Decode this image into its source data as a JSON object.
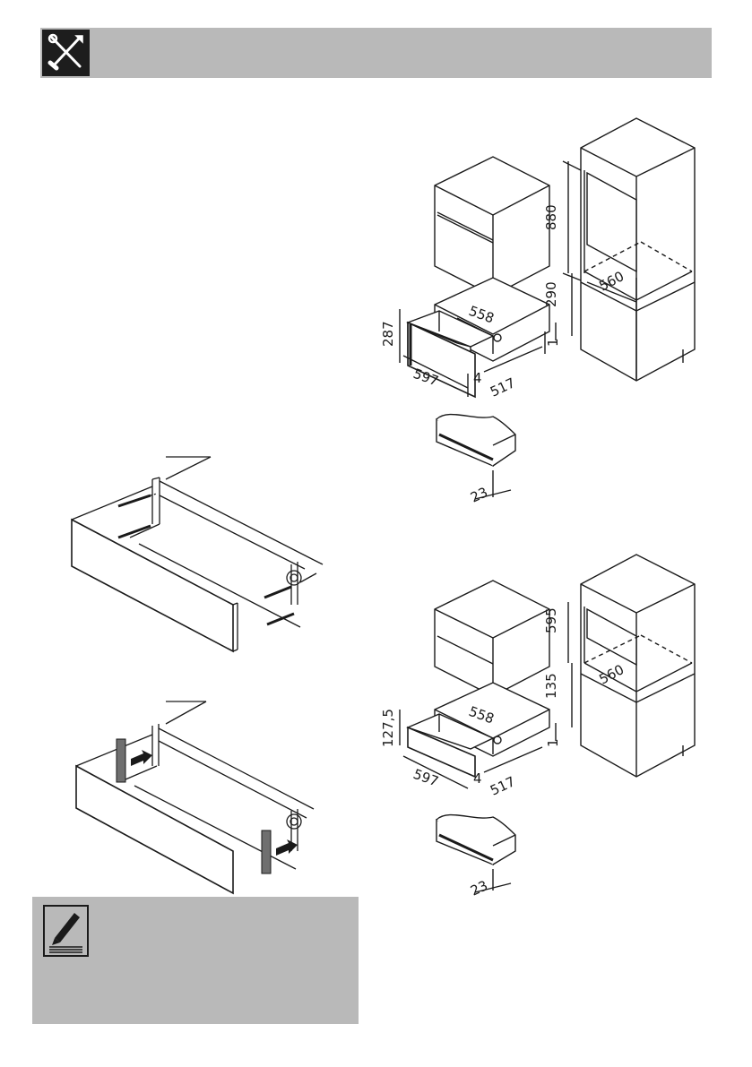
{
  "header": {
    "icon": "tools-icon",
    "bar_color": "#b9b9b9"
  },
  "figure_top": {
    "icon": "drawer-dimension-diagram",
    "labels": {
      "niche_height": "880",
      "niche_width": "560",
      "gap_height": "290",
      "drawer_width": "558",
      "front_height": "287",
      "front_width": "597",
      "front_thick": "4",
      "depth": "517",
      "gap": "1",
      "handle_depth": "23"
    }
  },
  "figure_bottom": {
    "icon": "drawer-dimension-diagram",
    "labels": {
      "niche_height": "595",
      "niche_width": "560",
      "gap_height": "135",
      "drawer_width": "558",
      "front_height": "127,5",
      "front_width": "597",
      "front_thick": "4",
      "depth": "517",
      "gap": "1",
      "handle_depth": "23"
    }
  },
  "figure_screws": {
    "icon": "drawer-screw-fixing-diagram"
  },
  "figure_spacers": {
    "icon": "drawer-spacer-fitting-diagram"
  },
  "note": {
    "icon": "pencil-note-icon",
    "box_color": "#b9b9b9"
  }
}
